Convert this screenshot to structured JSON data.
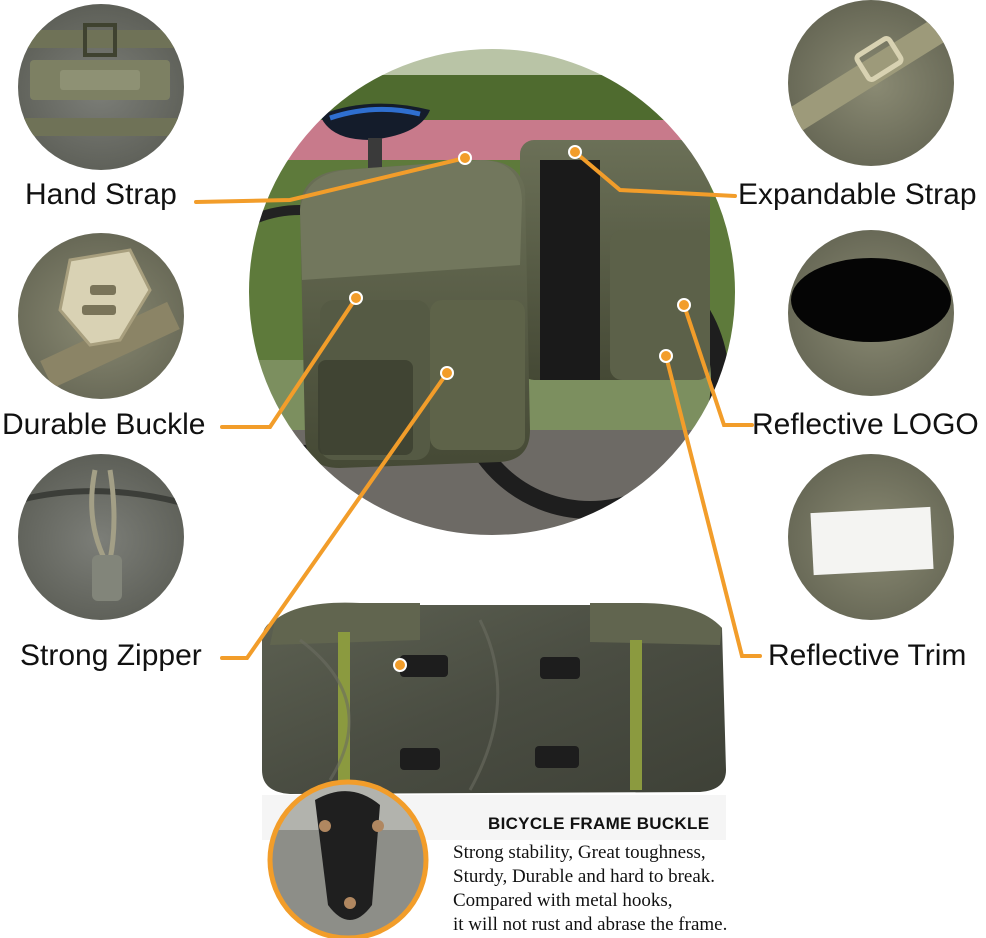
{
  "labels": {
    "hand_strap": "Hand Strap",
    "expandable_strap": "Expandable Strap",
    "durable_buckle": "Durable Buckle",
    "reflective_logo": "Reflective LOGO",
    "strong_zipper": "Strong Zipper",
    "reflective_trim": "Reflective Trim"
  },
  "caption": {
    "title": "BICYCLE FRAME BUCKLE",
    "lines": [
      "Strong stability, Great toughness,",
      "Sturdy, Durable and hard to break.",
      "Compared with metal hooks,",
      "it will not rust and abrase the frame."
    ]
  },
  "colors": {
    "accent": "#f29d2a",
    "bag_green": "#6b7057",
    "text": "#111111"
  }
}
